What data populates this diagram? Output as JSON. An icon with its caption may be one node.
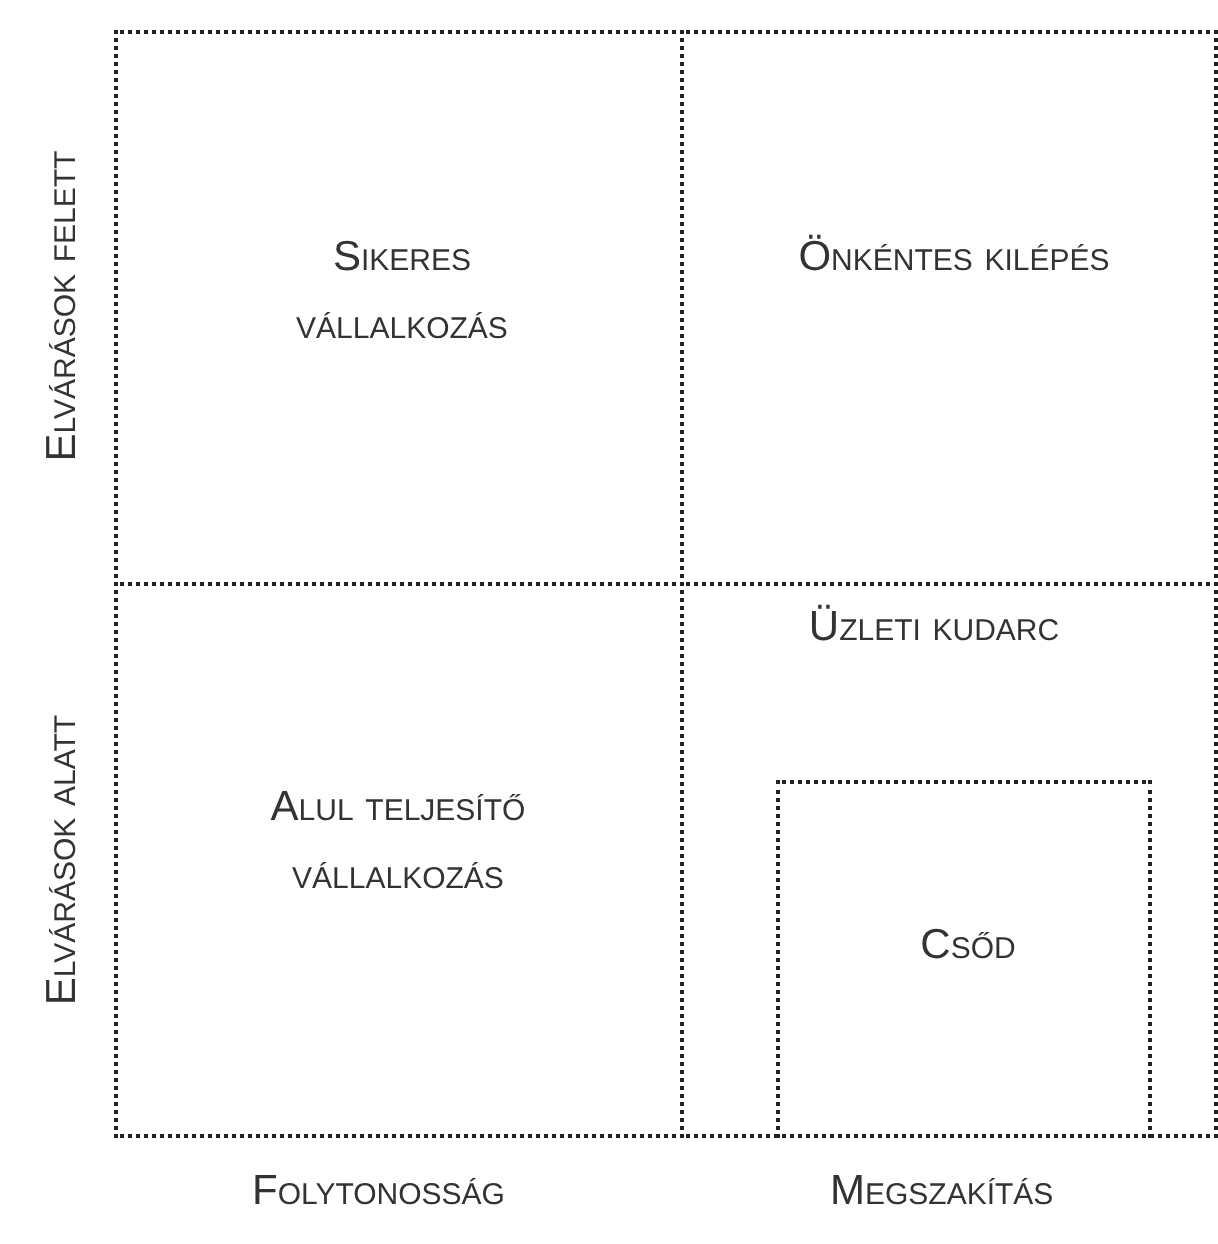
{
  "diagram": {
    "nodes": [
      {
        "text": [
          "Sikeres vállalkozás"
        ]
      },
      {
        "text": [
          "Önkéntes kilépés"
        ]
      },
      {
        "text": [
          "Alul teljesítő vállalkozás"
        ]
      },
      {
        "text": [
          "Üzleti kudarc"
        ]
      },
      {
        "text": [
          "Csőd"
        ],
        "in": 3
      }
    ],
    "labels": [
      "Elvárások felett",
      "Elvárások alatt",
      "Folytonosság",
      "Megszakítás"
    ]
  }
}
